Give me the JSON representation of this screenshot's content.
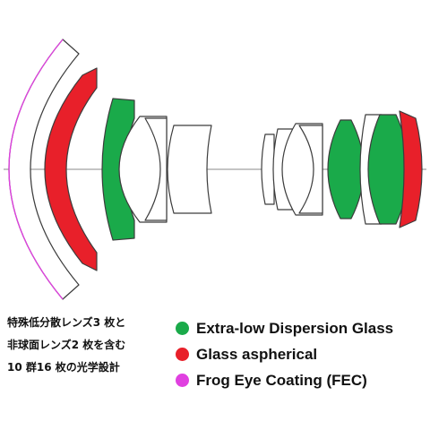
{
  "note_lines": [
    "特殊低分散レンズ3 枚と",
    "非球面レンズ2 枚を含む",
    "10 群16 枚の光学設計"
  ],
  "legend": [
    {
      "label": "Extra-low Dispersion Glass",
      "color": "#1aaa4a"
    },
    {
      "label": "Glass aspherical",
      "color": "#e8202a"
    },
    {
      "label": "Frog Eye Coating (FEC)",
      "color": "#e040e0"
    }
  ],
  "colors": {
    "ed_glass": "#1aaa4a",
    "aspherical": "#e8202a",
    "fec": "#e040e0",
    "plain_glass": "#ffffff",
    "outline": "#3c3c3c"
  }
}
